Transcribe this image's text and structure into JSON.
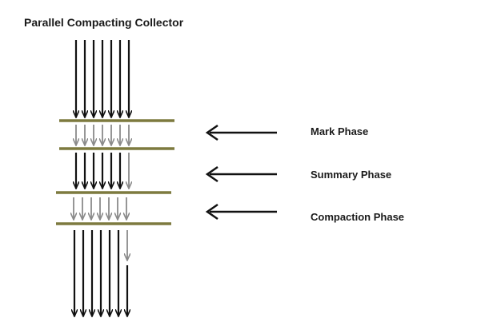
{
  "diagram": {
    "title": "Parallel Compacting Collector",
    "phases": [
      {
        "label": "Mark Phase"
      },
      {
        "label": "Summary Phase"
      },
      {
        "label": "Compaction Phase"
      }
    ],
    "colors": {
      "dark_arrow": "#111111",
      "gray_arrow": "#8a8a8a",
      "separator": "#7d7a3f",
      "pointer_arrow": "#111111"
    }
  }
}
